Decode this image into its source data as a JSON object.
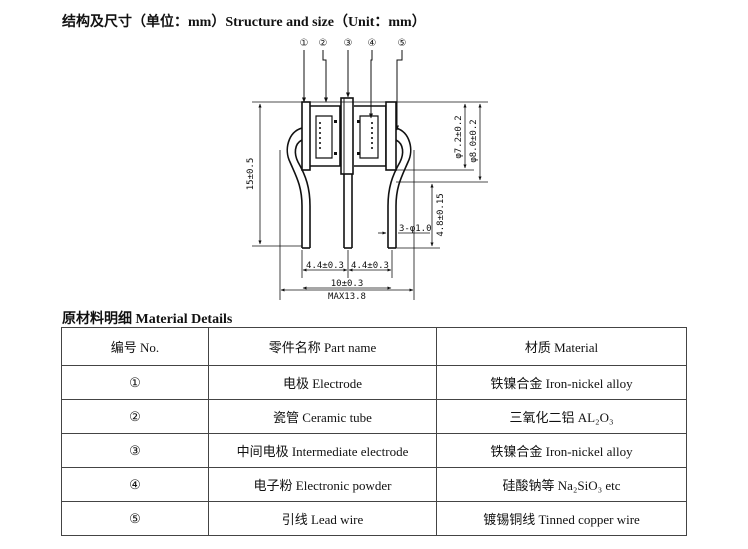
{
  "headings": {
    "structure": "结构及尺寸（单位：mm）Structure and size（Unit：mm）",
    "material": "原材料明细 Material Details"
  },
  "diagram": {
    "callouts": [
      "①",
      "②",
      "③",
      "④",
      "⑤"
    ],
    "dims": {
      "height": "15±0.5",
      "inner_dia": "φ7.2±0.2",
      "outer_dia": "φ8.0±0.2",
      "lead_len": "4.8±0.15",
      "lead_dia": "3-φ1.0",
      "pitch_left": "4.4±0.3",
      "pitch_right": "4.4±0.3",
      "span": "10±0.3",
      "max": "MAX13.8"
    }
  },
  "table": {
    "headers": [
      "编号 No.",
      "零件名称 Part name",
      "材质 Material"
    ],
    "rows": [
      [
        "①",
        "电极 Electrode",
        "铁镍合金 Iron-nickel alloy"
      ],
      [
        "②",
        "瓷管 Ceramic tube",
        "三氧化二铝 AL₂O₃"
      ],
      [
        "③",
        "中间电极 Intermediate electrode",
        "铁镍合金 Iron-nickel alloy"
      ],
      [
        "④",
        "电子粉 Electronic powder",
        "硅酸钠等 Na₂SiO₃ etc"
      ],
      [
        "⑤",
        "引线 Lead wire",
        "镀锡铜线 Tinned copper wire"
      ]
    ]
  }
}
